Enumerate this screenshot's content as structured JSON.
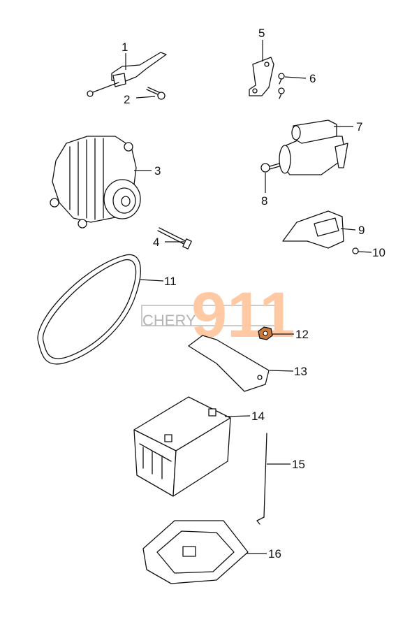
{
  "diagram": {
    "callouts": [
      "1",
      "2",
      "3",
      "4",
      "5",
      "6",
      "7",
      "8",
      "9",
      "10",
      "11",
      "12",
      "13",
      "14",
      "15",
      "16"
    ]
  },
  "watermark": {
    "brand": "CHERY",
    "number": "911",
    "color": "#ffc9a3"
  }
}
